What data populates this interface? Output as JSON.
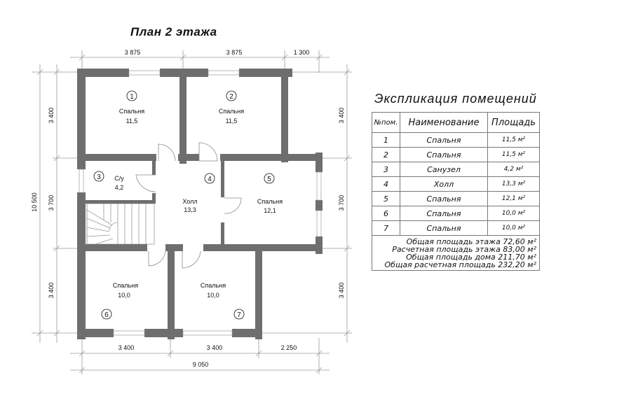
{
  "plan_title": "План 2 этажа",
  "dimensions": {
    "top": [
      "3 875",
      "3 875",
      "1 300"
    ],
    "bottom": [
      "3 400",
      "3 400",
      "2 250"
    ],
    "total_width": "9 050",
    "left_total": "10 500",
    "left": [
      "3 400",
      "3 700",
      "3 400"
    ],
    "right": [
      "3 400",
      "3 700",
      "3 400"
    ]
  },
  "rooms": [
    {
      "num": "1",
      "name": "Спальня",
      "area": "11,5"
    },
    {
      "num": "2",
      "name": "Спальня",
      "area": "11,5"
    },
    {
      "num": "3",
      "name": "С/у",
      "area": "4,2"
    },
    {
      "num": "4",
      "name": "Холл",
      "area": "13,3"
    },
    {
      "num": "5",
      "name": "Спальня",
      "area": "12,1"
    },
    {
      "num": "6",
      "name": "Спальня",
      "area": "10,0"
    },
    {
      "num": "7",
      "name": "Спальня",
      "area": "10,0"
    }
  ],
  "explication": {
    "title": "Экспликация помещений",
    "headers": [
      "№пом.",
      "Наименование",
      "Площадь"
    ],
    "rows": [
      {
        "num": "1",
        "name": "Спальня",
        "area": "11,5 м²"
      },
      {
        "num": "2",
        "name": "Спальня",
        "area": "11,5 м²"
      },
      {
        "num": "3",
        "name": "Санузел",
        "area": "4,2 м²"
      },
      {
        "num": "4",
        "name": "Холл",
        "area": "13,3 м²"
      },
      {
        "num": "5",
        "name": "Спальня",
        "area": "12,1 м²"
      },
      {
        "num": "6",
        "name": "Спальня",
        "area": "10,0 м²"
      },
      {
        "num": "7",
        "name": "Спальня",
        "area": "10,0 м²"
      }
    ],
    "summary": [
      "Общая площадь этажа  72,60 м²",
      "Расчетная площадь этажа  83,00 м²",
      "Общая площадь дома  211,70 м²",
      "Общая расчетная площадь  232,20 м²"
    ]
  },
  "colors": {
    "wall": "#6e6e6e",
    "line": "#9a9a9a",
    "text": "#111111"
  }
}
